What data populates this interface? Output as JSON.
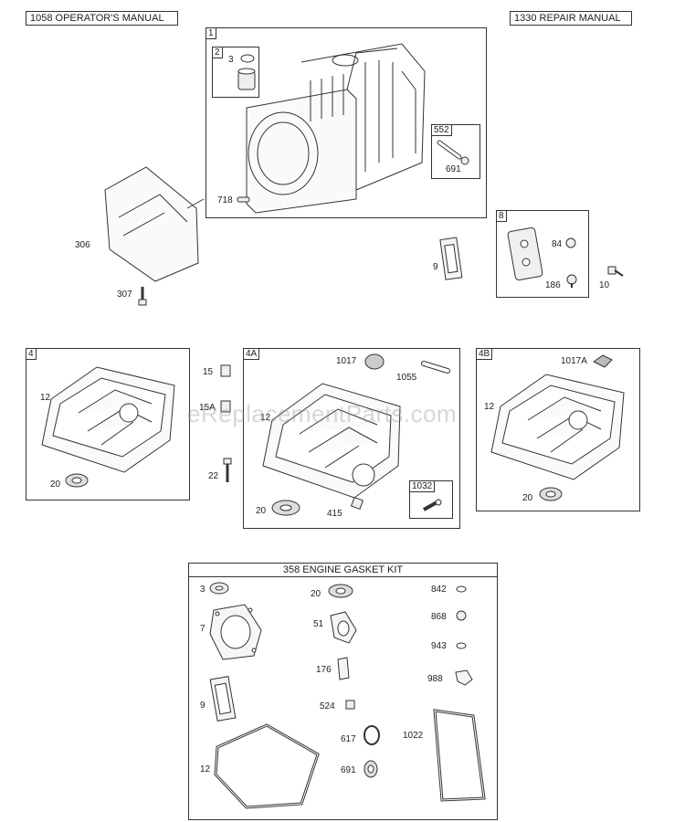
{
  "header": {
    "operators_manual": "1058 OPERATOR'S MANUAL",
    "repair_manual": "1330 REPAIR MANUAL"
  },
  "box1": {
    "label": "1",
    "sub_label": "2",
    "n3": "3",
    "n718": "718"
  },
  "box552": {
    "label": "552",
    "n691": "691"
  },
  "loose_top": {
    "n306": "306",
    "n307": "307",
    "n9": "9",
    "n10": "10"
  },
  "box8": {
    "label": "8",
    "n84": "84",
    "n186": "186"
  },
  "box4": {
    "label": "4",
    "n12": "12",
    "n20": "20"
  },
  "loose_mid": {
    "n15": "15",
    "n15a": "15A",
    "n22": "22"
  },
  "box4a": {
    "label": "4A",
    "n1017": "1017",
    "n1055": "1055",
    "n12": "12",
    "n20": "20",
    "n415": "415",
    "n1032": "1032"
  },
  "box4b": {
    "label": "4B",
    "n1017a": "1017A",
    "n12": "12",
    "n20": "20"
  },
  "kit": {
    "title": "358 ENGINE GASKET KIT",
    "parts": [
      "3",
      "7",
      "9",
      "12",
      "20",
      "51",
      "176",
      "524",
      "617",
      "691",
      "842",
      "868",
      "943",
      "988",
      "1022"
    ]
  },
  "watermark": "eReplacementParts.com"
}
